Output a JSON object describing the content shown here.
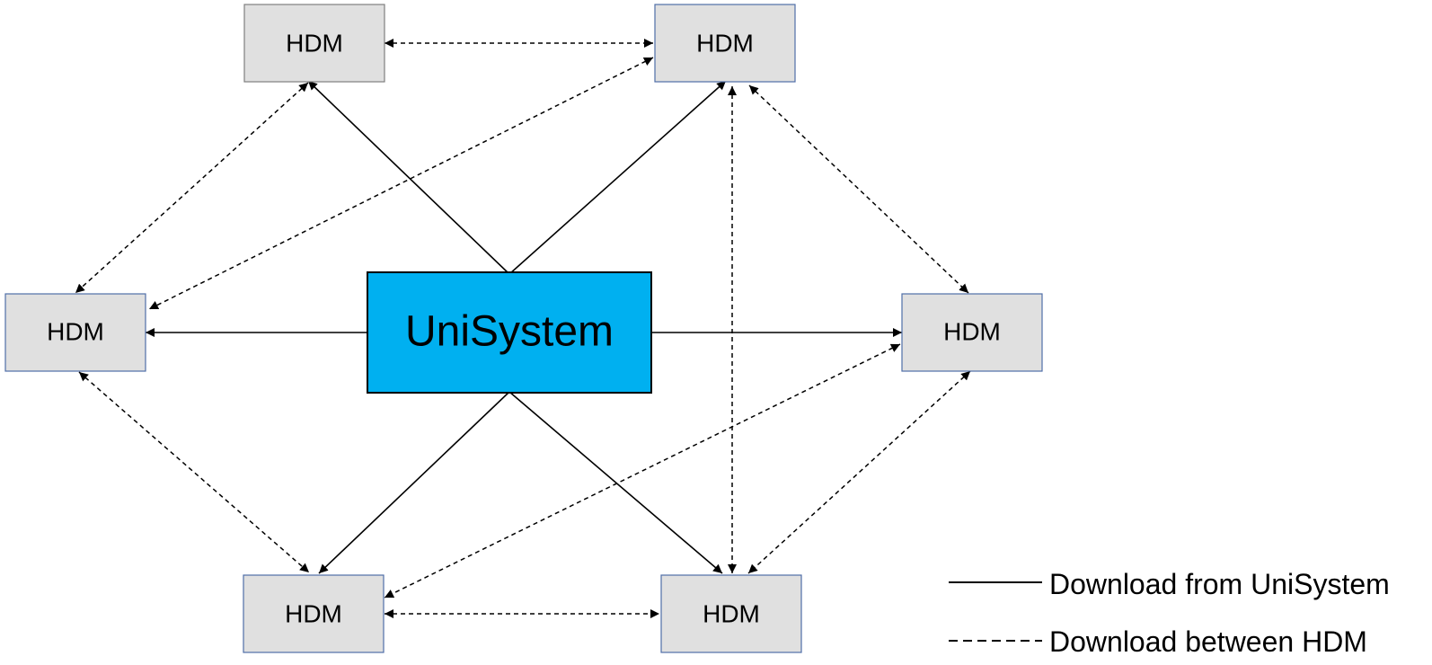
{
  "colors": {
    "hdm_fill": "#e0e0e0",
    "hdm_border_gray": "#7f7f7f",
    "hdm_border_blue": "#4f6ea8",
    "unisystem_fill": "#00b0f0",
    "unisystem_border": "#000000",
    "line": "#000000"
  },
  "nodes": {
    "unisystem": {
      "label": "UniSystem"
    },
    "hdm_top_left": {
      "label": "HDM"
    },
    "hdm_top_right": {
      "label": "HDM"
    },
    "hdm_mid_left": {
      "label": "HDM"
    },
    "hdm_mid_right": {
      "label": "HDM"
    },
    "hdm_bottom_left": {
      "label": "HDM"
    },
    "hdm_bottom_right": {
      "label": "HDM"
    }
  },
  "legend": {
    "solid_label": "Download from UniSystem",
    "dashed_label": "Download between HDM"
  }
}
